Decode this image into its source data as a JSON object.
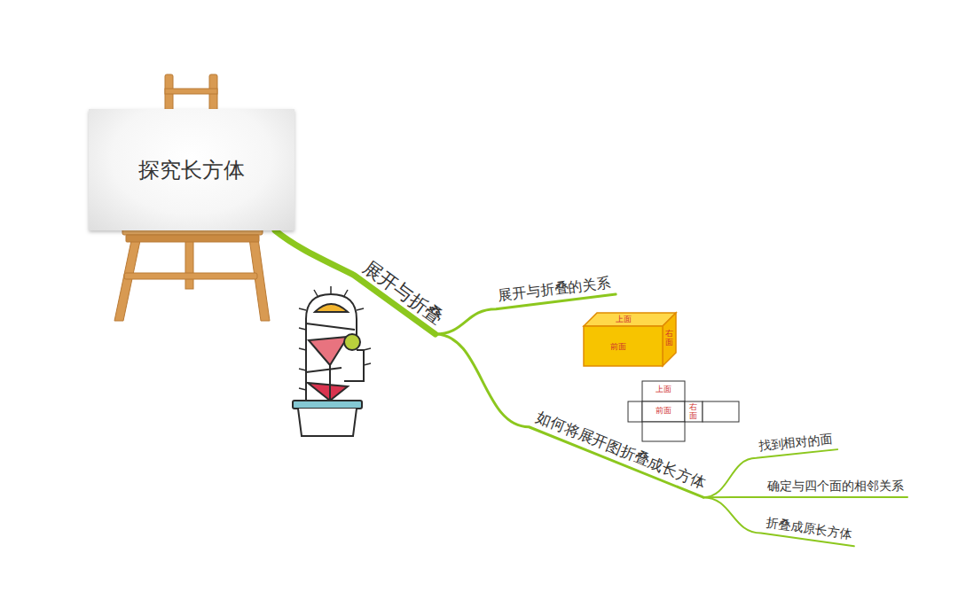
{
  "diagram": {
    "nodes": [
      {
        "text": [
          "探究长方体"
        ]
      },
      {
        "text": [
          "展开与折叠"
        ]
      },
      {
        "text": [
          "展开与折叠的关系"
        ]
      },
      {
        "text": [
          "如何将展开图折叠成长方体"
        ]
      },
      {
        "text": [
          "找到相对的面"
        ]
      },
      {
        "text": [
          "确定与四个面的相邻关系"
        ]
      },
      {
        "text": [
          "折叠成原长方体"
        ]
      }
    ],
    "edges": [
      {
        "from": 0,
        "to": 1,
        "arrow": "none"
      },
      {
        "from": 1,
        "to": 2,
        "arrow": "none"
      },
      {
        "from": 1,
        "to": 3,
        "arrow": "none"
      },
      {
        "from": 3,
        "to": 4,
        "arrow": "none"
      },
      {
        "from": 3,
        "to": 5,
        "arrow": "none"
      },
      {
        "from": 3,
        "to": 6,
        "arrow": "none"
      }
    ],
    "labels": [
      "上面",
      "前面",
      "右面",
      "上面",
      "前面",
      "右面"
    ]
  }
}
